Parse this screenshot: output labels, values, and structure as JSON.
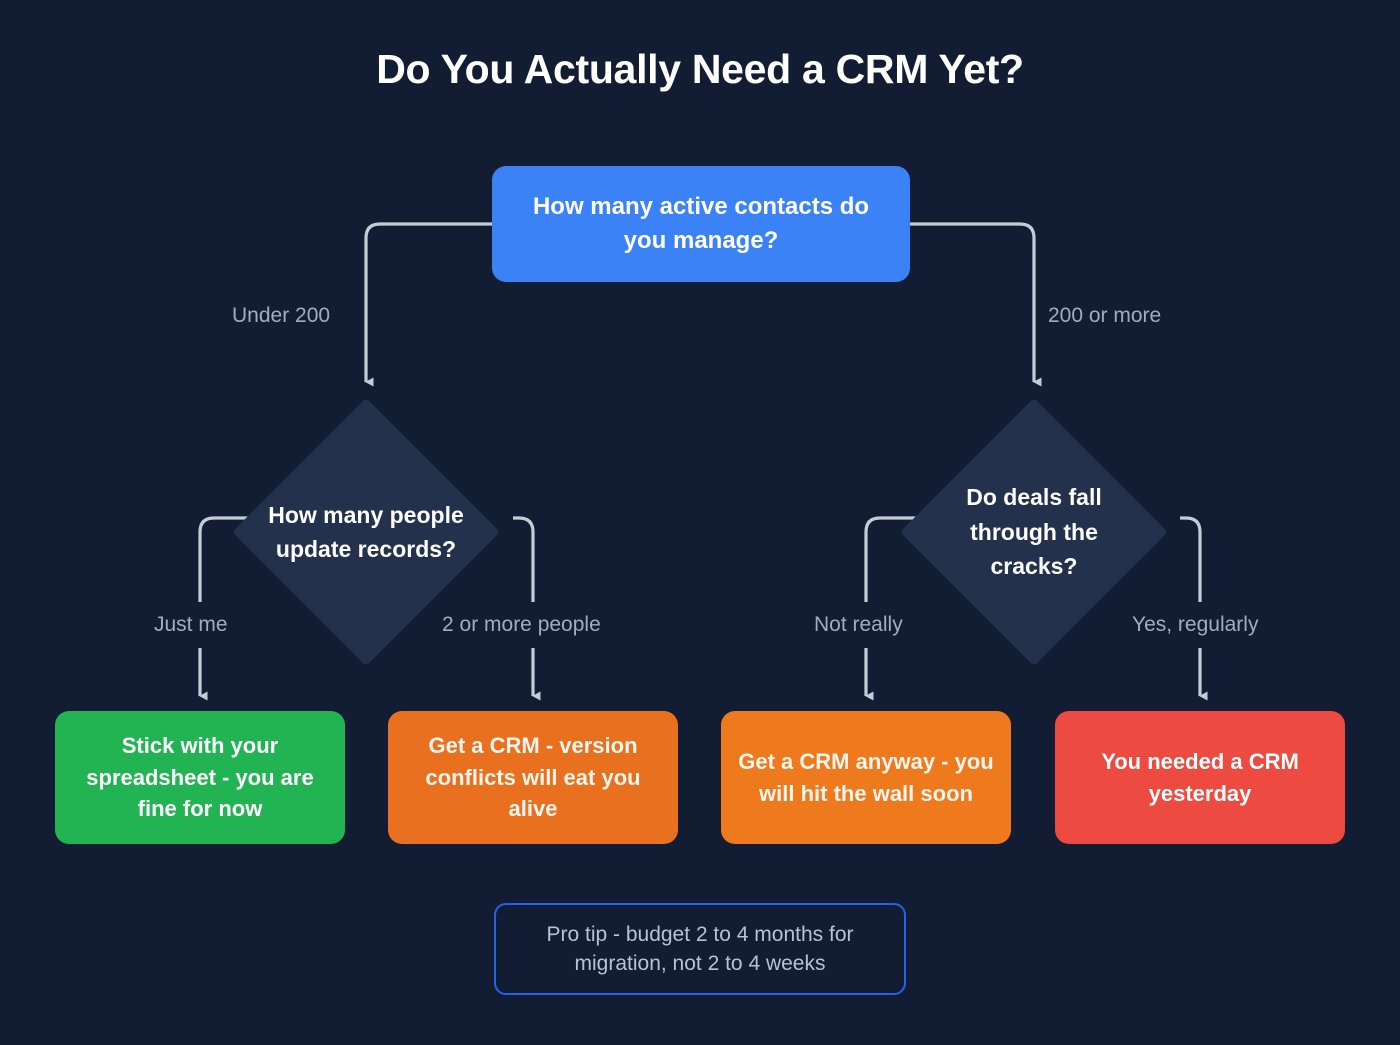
{
  "page": {
    "title": "Do You Actually Need a CRM Yet?",
    "background_color": "#121d33",
    "connector_color": "#c5ccd6"
  },
  "chart_data": {
    "type": "diagram",
    "title": "Do You Actually Need a CRM Yet?",
    "nodes": [
      {
        "id": "root",
        "shape": "rounded-rect",
        "text": "How many active contacts do you manage?",
        "color": "#3b82f6"
      },
      {
        "id": "left-q",
        "shape": "diamond",
        "text": "How many people update records?",
        "color": "#24314d"
      },
      {
        "id": "right-q",
        "shape": "diamond",
        "text": "Do deals fall through the cracks?",
        "color": "#24314d"
      },
      {
        "id": "outcome-0",
        "shape": "rounded-rect",
        "text": "Stick with your spreadsheet - you are fine for now",
        "color": "#22b352"
      },
      {
        "id": "outcome-1",
        "shape": "rounded-rect",
        "text": "Get a CRM - version conflicts will eat you alive",
        "color": "#e8701f"
      },
      {
        "id": "outcome-2",
        "shape": "rounded-rect",
        "text": "Get a CRM anyway - you will hit the wall soon",
        "color": "#ef7a1e"
      },
      {
        "id": "outcome-3",
        "shape": "rounded-rect",
        "text": "You needed a CRM yesterday",
        "color": "#ed4b42"
      }
    ],
    "edges": [
      {
        "from": "root",
        "to": "left-q",
        "label": "Under 200"
      },
      {
        "from": "root",
        "to": "right-q",
        "label": "200 or more"
      },
      {
        "from": "left-q",
        "to": "outcome-0",
        "label": "Just me"
      },
      {
        "from": "left-q",
        "to": "outcome-1",
        "label": "2 or more people"
      },
      {
        "from": "right-q",
        "to": "outcome-2",
        "label": "Not really"
      },
      {
        "from": "right-q",
        "to": "outcome-3",
        "label": "Yes, regularly"
      }
    ],
    "footnote": "Pro tip - budget 2 to 4 months for migration, not 2 to 4 weeks"
  },
  "root": {
    "text": "How many active contacts do you manage?",
    "line1": "How many active",
    "line2": "contacts do you manage?"
  },
  "diamonds": [
    {
      "text": "How many people update records?"
    },
    {
      "text": "Do deals fall through the cracks?"
    }
  ],
  "edge_labels": {
    "under_200": "Under 200",
    "200_or_more": "200 or more",
    "just_me": "Just me",
    "two_or_more": "2 or more people",
    "not_really": "Not really",
    "yes_regularly": "Yes, regularly"
  },
  "outcomes": [
    {
      "text": "Stick with your spreadsheet - you are fine for now"
    },
    {
      "text": "Get a CRM - version conflicts will eat you alive"
    },
    {
      "text": "Get a CRM anyway - you will hit the wall soon"
    },
    {
      "text": "You needed a CRM yesterday"
    }
  ],
  "protip": {
    "text": "Pro tip - budget 2 to 4 months for migration, not 2 to 4 weeks"
  }
}
